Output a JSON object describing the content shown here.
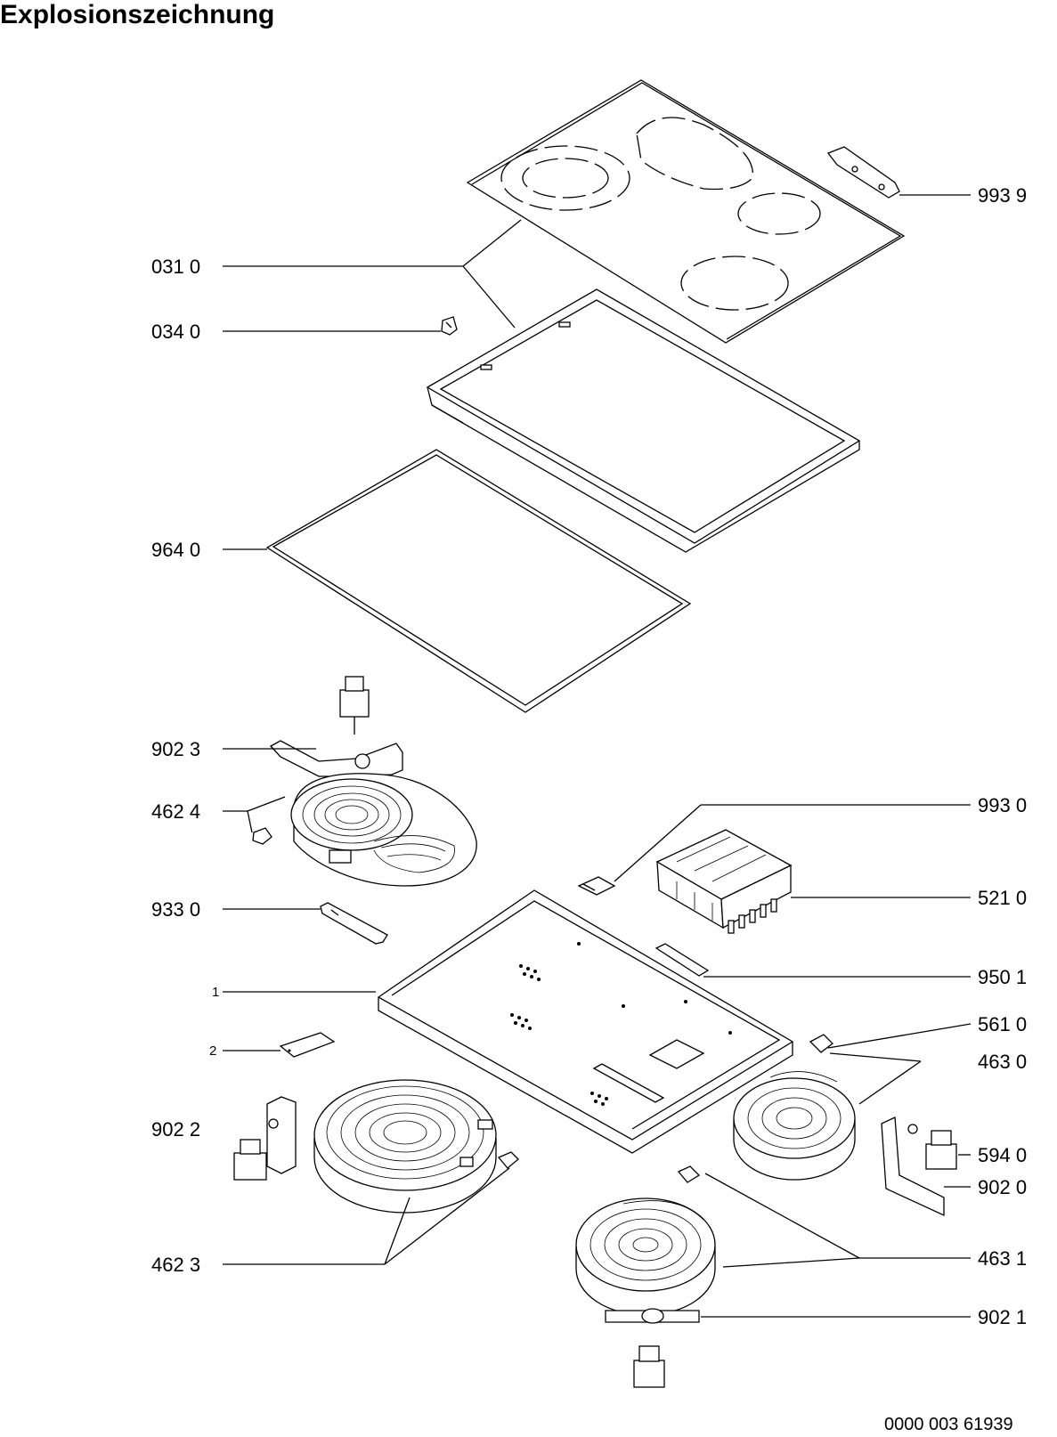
{
  "title": "Explosionszeichnung",
  "document_number": "0000 003 61939",
  "labels_left": [
    "031 0",
    "034 0",
    "964 0",
    "902 3",
    "462 4",
    "933 0",
    "1",
    "2",
    "902 2",
    "462 3"
  ],
  "labels_right": [
    "993 9",
    "993 0",
    "521 0",
    "950 1",
    "561 0",
    "463 0",
    "594 0",
    "902 0",
    "463 1",
    "902 1"
  ]
}
